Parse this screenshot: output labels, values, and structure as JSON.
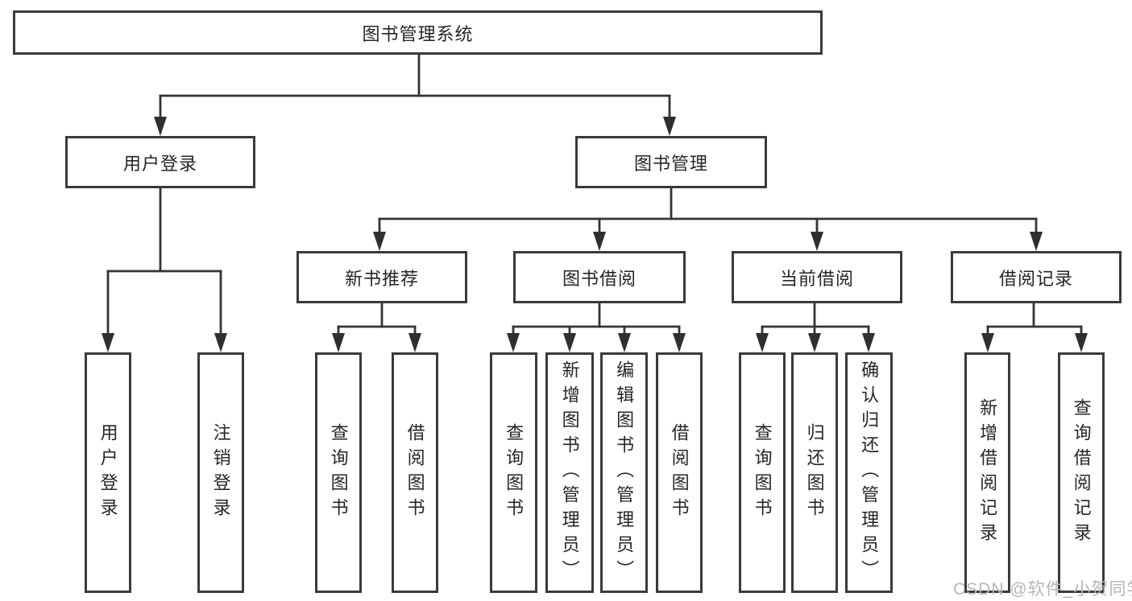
{
  "diagram": {
    "root": {
      "label": "图书管理系统",
      "children": [
        {
          "label": "用户登录",
          "children": [
            {
              "label": "用户登录"
            },
            {
              "label": "注销登录"
            }
          ]
        },
        {
          "label": "图书管理",
          "children": [
            {
              "label": "新书推荐",
              "children": [
                {
                  "label": "查询图书"
                },
                {
                  "label": "借阅图书"
                }
              ]
            },
            {
              "label": "图书借阅",
              "children": [
                {
                  "label": "查询图书"
                },
                {
                  "label": "新增图书（管理员）"
                },
                {
                  "label": "编辑图书（管理员）"
                },
                {
                  "label": "借阅图书"
                }
              ]
            },
            {
              "label": "当前借阅",
              "children": [
                {
                  "label": "查询图书"
                },
                {
                  "label": "归还图书"
                },
                {
                  "label": "确认归还（管理员）"
                }
              ]
            },
            {
              "label": "借阅记录",
              "children": [
                {
                  "label": "新增借阅记录"
                },
                {
                  "label": "查询借阅记录"
                }
              ]
            }
          ]
        }
      ]
    }
  },
  "watermark": {
    "text": "CSDN @软件_小贺同学",
    "color": "#b6b6b6"
  },
  "colors": {
    "background": "#ffffff",
    "box_fill": "#ffffff",
    "box_border": "#3a3a3a",
    "line": "#343434",
    "arrow": "#2f2f2f",
    "text": "#262626"
  }
}
